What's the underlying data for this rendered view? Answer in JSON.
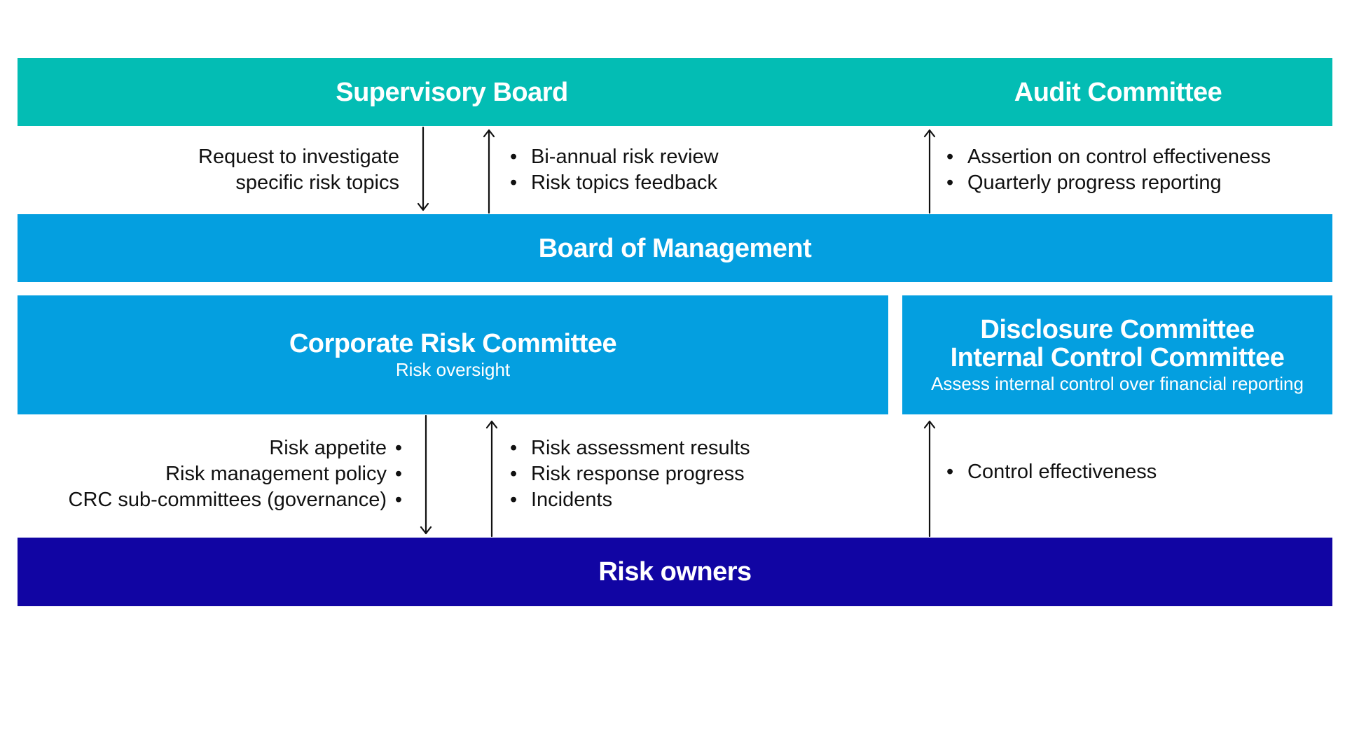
{
  "supervisory_board": {
    "title": "Supervisory Board"
  },
  "audit_committee": {
    "title": "Audit Committee"
  },
  "board_of_management": {
    "title": "Board of Management"
  },
  "corporate_risk_committee": {
    "title": "Corporate Risk Committee",
    "subtitle": "Risk oversight"
  },
  "disclosure_committee": {
    "title_line1": "Disclosure Committee",
    "title_line2": "Internal Control Committee",
    "subtitle": "Assess internal control over financial reporting"
  },
  "risk_owners": {
    "title": "Risk owners"
  },
  "flows": {
    "sb_down": {
      "line1": "Request to investigate",
      "line2": "specific risk topics"
    },
    "sb_up": [
      "Bi-annual risk review",
      "Risk topics feedback"
    ],
    "ac_up": [
      "Assertion on control effectiveness",
      "Quarterly progress reporting"
    ],
    "crc_down": [
      "Risk appetite",
      "Risk management policy",
      "CRC sub-committees (governance)"
    ],
    "crc_up": [
      "Risk assessment results",
      "Risk response progress",
      "Incidents"
    ],
    "dc_up": [
      "Control effectiveness"
    ]
  },
  "bullet": "•",
  "colors": {
    "teal": "#03bdb4",
    "blue": "#049fe0",
    "navy": "#1105a3"
  }
}
